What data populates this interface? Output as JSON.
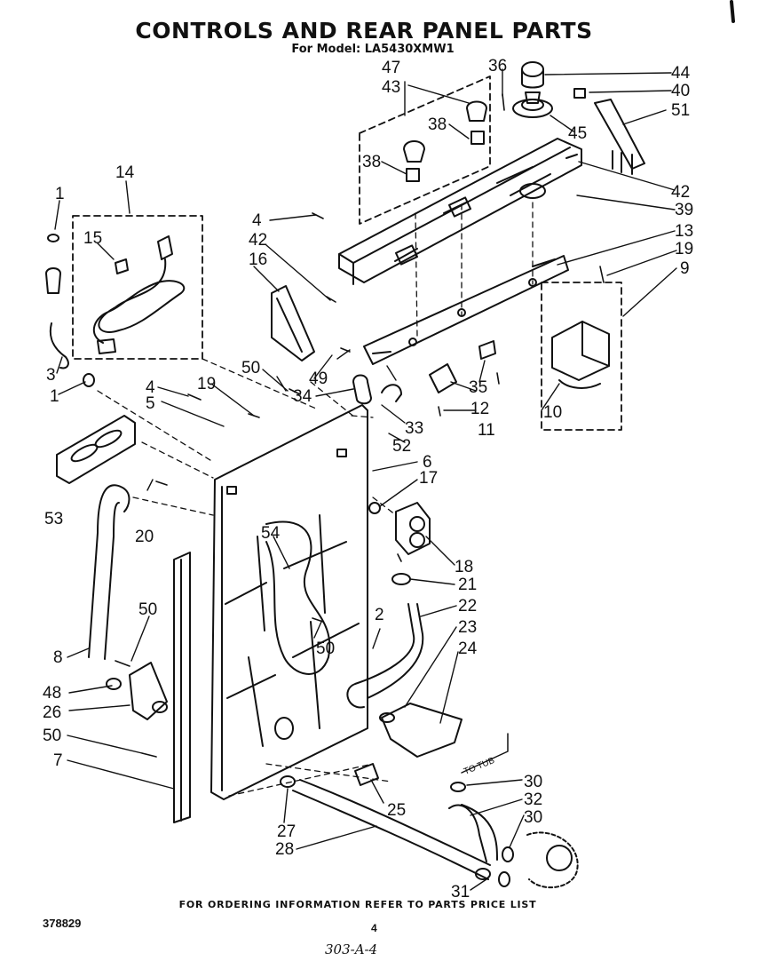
{
  "title": "CONTROLS AND REAR PANEL PARTS",
  "subtitle": "For Model: LA5430XMW1",
  "footer": "FOR ORDERING INFORMATION REFER TO PARTS PRICE LIST",
  "doc_number": "378829",
  "page_number": "4",
  "handwritten_note": "303-A-4",
  "to_tub_label": "TO TUB",
  "callouts": [
    "1",
    "1",
    "2",
    "3",
    "4",
    "4",
    "5",
    "6",
    "7",
    "8",
    "9",
    "10",
    "11",
    "12",
    "13",
    "14",
    "15",
    "16",
    "17",
    "18",
    "19",
    "19",
    "20",
    "21",
    "22",
    "23",
    "24",
    "25",
    "26",
    "27",
    "28",
    "30",
    "30",
    "31",
    "32",
    "33",
    "34",
    "35",
    "36",
    "38",
    "38",
    "39",
    "40",
    "42",
    "42",
    "43",
    "44",
    "45",
    "47",
    "48",
    "49",
    "50",
    "50",
    "50",
    "50",
    "51",
    "52",
    "53",
    "54"
  ]
}
